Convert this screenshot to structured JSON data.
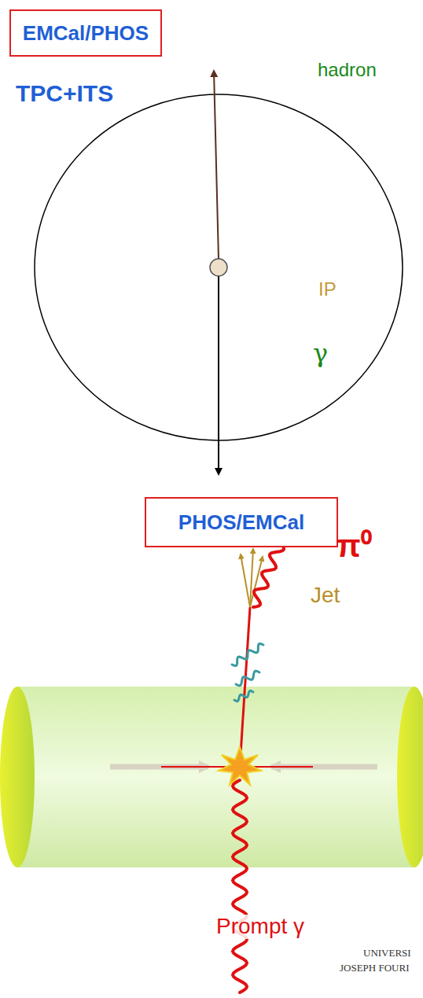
{
  "diagram": {
    "nodes": [
      {
        "text": [
          "EMCal/PHOS"
        ]
      },
      {
        "text": [
          "PHOS/EMCal"
        ]
      }
    ],
    "labels": [
      "TPC+ITS",
      "hadron",
      "IP",
      "γ",
      "π⁰",
      "Jet",
      "Prompt γ",
      "UNIVERSI",
      "JOSEPH FOURI"
    ]
  }
}
